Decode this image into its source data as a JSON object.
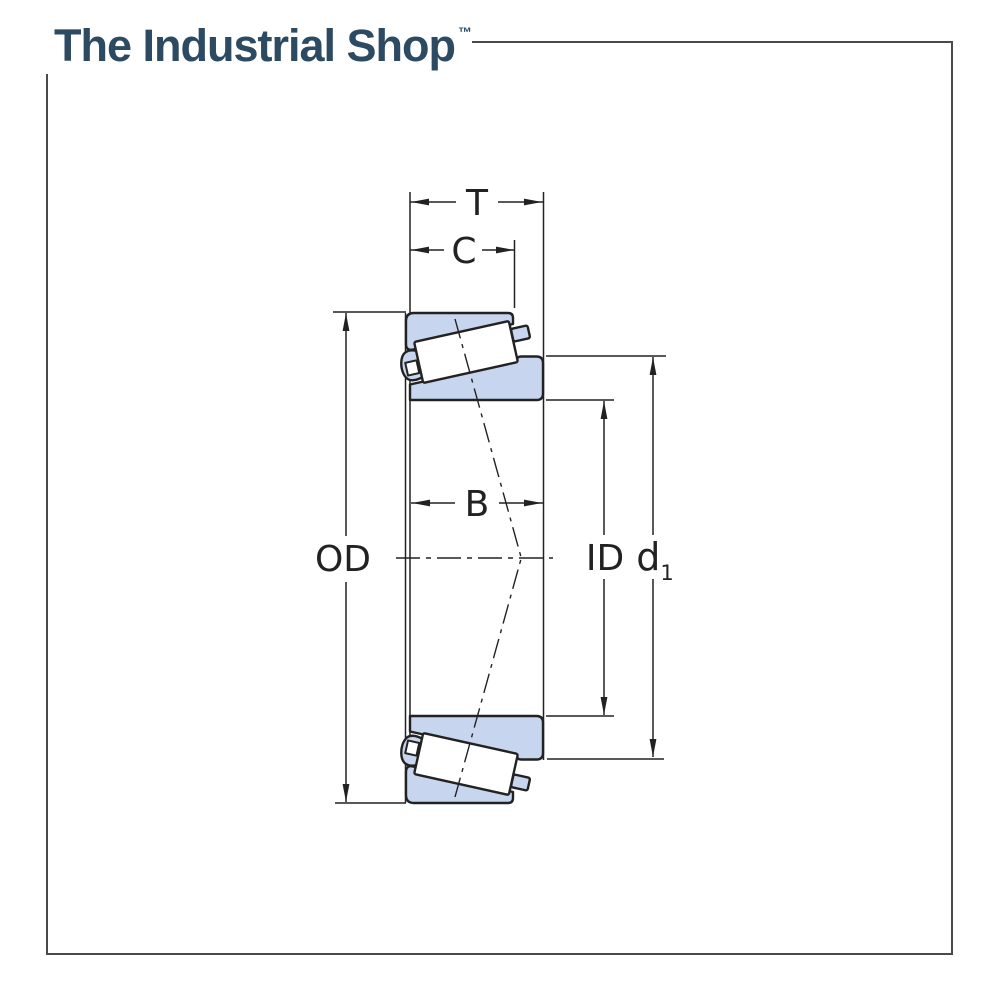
{
  "brand": {
    "name": "The Industrial Shop",
    "trademark": "™"
  },
  "diagram": {
    "labels": {
      "total_width": "T",
      "cup_width": "C",
      "cone_width": "B",
      "outer_diameter": "OD",
      "bore_diameter": "ID",
      "rib_diameter_base": "d",
      "rib_diameter_subscript": "1"
    }
  },
  "colors": {
    "brand_navy": "#2d4a63",
    "bearing_fill": "#c7d5ef",
    "line": "#222222",
    "frame_border": "#4a4a4a"
  }
}
